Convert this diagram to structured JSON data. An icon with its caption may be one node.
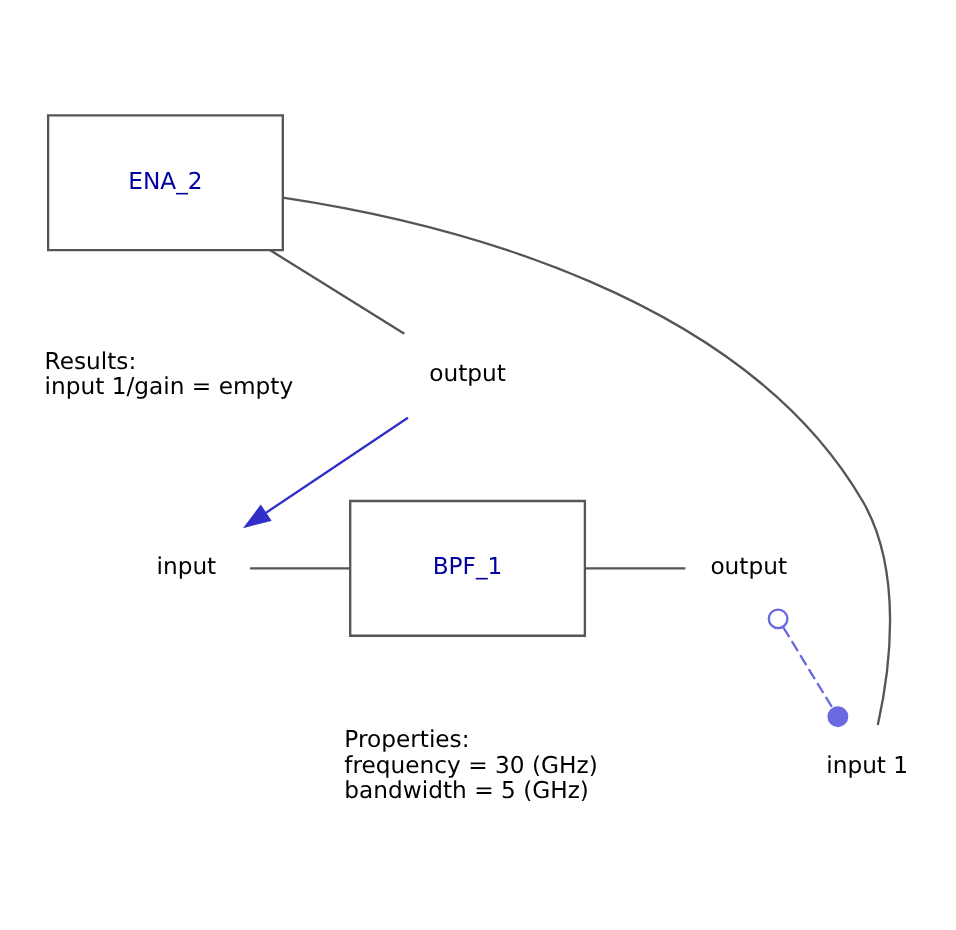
{
  "diagram": {
    "nodes": [
      {
        "text": [
          "ENA_2"
        ],
        "beside": [
          "Results:",
          "input 1/gain = empty"
        ]
      },
      {
        "text": [
          "output"
        ]
      },
      {
        "text": [
          "input 1"
        ]
      },
      {
        "text": [
          "BPF_1"
        ],
        "beside": [
          "Properties:",
          "frequency = 30 (GHz)",
          "bandwidth = 5 (GHz)"
        ]
      },
      {
        "text": [
          "input"
        ]
      },
      {
        "text": [
          "output"
        ]
      }
    ],
    "edges": [
      {
        "from": 0,
        "to": 1,
        "arrow": "none"
      },
      {
        "from": 0,
        "to": 2,
        "arrow": "none"
      },
      {
        "from": 3,
        "to": 4,
        "arrow": "none"
      },
      {
        "from": 3,
        "to": 5,
        "arrow": "none"
      },
      {
        "from": 1,
        "to": 4,
        "arrow": "to",
        "color": "#3030c8"
      },
      {
        "from": 5,
        "to": 2,
        "arrow": "other",
        "style": "dashed",
        "color": "#6a6ae0"
      }
    ]
  }
}
